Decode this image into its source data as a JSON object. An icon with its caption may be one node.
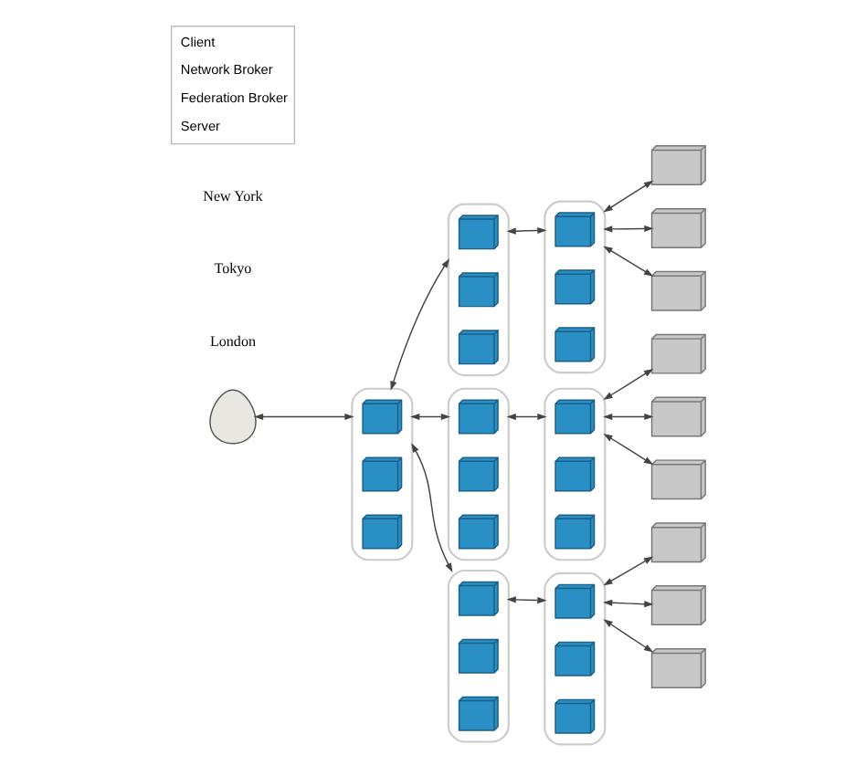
{
  "diagram": {
    "nodes": [
      {
        "text": [],
        "shape": "person"
      },
      {
        "text": [],
        "shape": "ellipse"
      },
      {
        "text": [],
        "shape": "box",
        "in": 1
      },
      {
        "text": [],
        "shape": "box",
        "in": 1
      },
      {
        "text": [],
        "shape": "box",
        "in": 1
      },
      {
        "text": [],
        "shape": "ellipse"
      },
      {
        "text": [],
        "shape": "box",
        "in": 5
      },
      {
        "text": [],
        "shape": "box",
        "in": 5
      },
      {
        "text": [],
        "shape": "box",
        "in": 5
      },
      {
        "text": [],
        "shape": "ellipse"
      },
      {
        "text": [],
        "shape": "box",
        "in": 9
      },
      {
        "text": [],
        "shape": "box",
        "in": 9
      },
      {
        "text": [],
        "shape": "box",
        "in": 9
      },
      {
        "text": [],
        "shape": "server"
      },
      {
        "text": [],
        "shape": "server"
      },
      {
        "text": [],
        "shape": "server"
      },
      {
        "text": [],
        "shape": "ellipse"
      },
      {
        "text": [],
        "shape": "box",
        "in": 16
      },
      {
        "text": [],
        "shape": "box",
        "in": 16
      },
      {
        "text": [],
        "shape": "box",
        "in": 16
      },
      {
        "text": [],
        "shape": "ellipse"
      },
      {
        "text": [],
        "shape": "box",
        "in": 20
      },
      {
        "text": [],
        "shape": "box",
        "in": 20
      },
      {
        "text": [],
        "shape": "box",
        "in": 20
      },
      {
        "text": [],
        "shape": "server"
      },
      {
        "text": [],
        "shape": "server"
      },
      {
        "text": [],
        "shape": "server"
      },
      {
        "text": [],
        "shape": "ellipse"
      },
      {
        "text": [],
        "shape": "box",
        "in": 27
      },
      {
        "text": [],
        "shape": "box",
        "in": 27
      },
      {
        "text": [],
        "shape": "box",
        "in": 27
      },
      {
        "text": [],
        "shape": "ellipse"
      },
      {
        "text": [],
        "shape": "box",
        "in": 31
      },
      {
        "text": [],
        "shape": "box",
        "in": 31
      },
      {
        "text": [],
        "shape": "box",
        "in": 31
      },
      {
        "text": [],
        "shape": "server"
      },
      {
        "text": [],
        "shape": "server"
      },
      {
        "text": [],
        "shape": "server"
      }
    ],
    "edges": [
      {
        "from": 0,
        "to": 1,
        "arrow": "both"
      },
      {
        "from": 1,
        "to": 5,
        "arrow": "both"
      },
      {
        "from": 1,
        "to": 16,
        "arrow": "both"
      },
      {
        "from": 1,
        "to": 27,
        "arrow": "both"
      },
      {
        "from": 5,
        "to": 9,
        "arrow": "both"
      },
      {
        "from": 9,
        "to": 13,
        "arrow": "both"
      },
      {
        "from": 9,
        "to": 14,
        "arrow": "both"
      },
      {
        "from": 9,
        "to": 15,
        "arrow": "both"
      },
      {
        "from": 16,
        "to": 20,
        "arrow": "both"
      },
      {
        "from": 20,
        "to": 24,
        "arrow": "both"
      },
      {
        "from": 20,
        "to": 25,
        "arrow": "both"
      },
      {
        "from": 20,
        "to": 26,
        "arrow": "both"
      },
      {
        "from": 27,
        "to": 31,
        "arrow": "both"
      },
      {
        "from": 31,
        "to": 35,
        "arrow": "both"
      },
      {
        "from": 31,
        "to": 36,
        "arrow": "both"
      },
      {
        "from": 31,
        "to": 37,
        "arrow": "both"
      }
    ],
    "labels": [
      "London",
      "Tokyo",
      "New York"
    ],
    "legend": [
      {
        "text": "Client"
      },
      {
        "text": "Network Broker"
      },
      {
        "text": "Federation Broker"
      },
      {
        "text": "Server"
      }
    ]
  }
}
